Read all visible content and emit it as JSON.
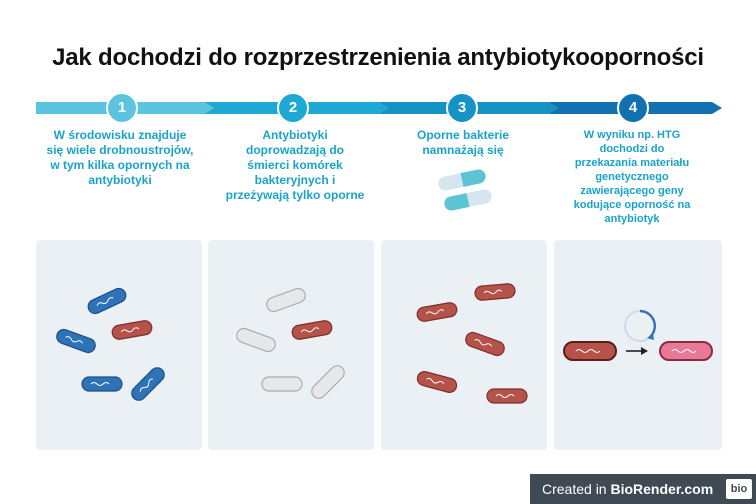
{
  "title": "Jak dochodzi do rozprzestrzenienia antybiotykooporności",
  "colors": {
    "arrow_seg1": "#5bc5e0",
    "arrow_seg2": "#1ea9d4",
    "arrow_seg3": "#1692c4",
    "arrow_seg4": "#1271b0",
    "text": "#1aa3c9",
    "panel": "#ebf0f5",
    "resistant_bacteria": "#2e73b8",
    "dead_bacteria": "#e6e8ea",
    "multiplied_bacteria": "#b5524a",
    "recipient_bacteria": "#e87a96"
  },
  "steps": [
    {
      "number": "1",
      "text": "W środowisku znajduje się wiele drobnoustrojów, w tym kilka opornych na antybiotyki"
    },
    {
      "number": "2",
      "text": "Antybiotyki doprowadzają do śmierci komórek bakteryjnych i przeżywają tylko oporne"
    },
    {
      "number": "3",
      "text": "Oporne bakterie namnażają się"
    },
    {
      "number": "4",
      "text": "W wyniku np. HTG dochodzi do przekazania materiału genetycznego zawierającego geny kodujące oporność na antybiotyk"
    }
  ],
  "icons": {
    "pills": "capsule-pills-icon",
    "transfer_arrow": "arrow-right-icon",
    "cycle": "cycle-arrow-icon"
  },
  "credit": {
    "prefix": "Created in ",
    "brand": "BioRender.com",
    "logo": "bio"
  }
}
